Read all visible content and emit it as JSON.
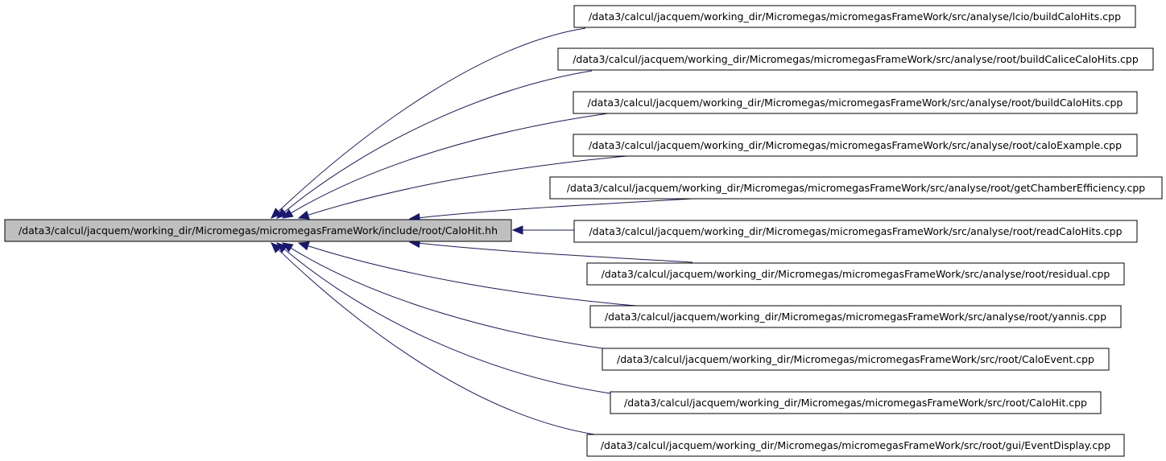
{
  "graph": {
    "type": "include-dependency-graph",
    "colors": {
      "edge": "#191970",
      "root_fill": "#bfbfbf",
      "node_fill": "#ffffff",
      "border": "#000000"
    },
    "root": {
      "id": "root",
      "label": "/data3/calcul/jacquem/working_dir/Micromegas/micromegasFrameWork/include/root/CaloHit.hh"
    },
    "nodes": [
      {
        "id": "n0",
        "label": "/data3/calcul/jacquem/working_dir/Micromegas/micromegasFrameWork/src/analyse/lcio/buildCaloHits.cpp"
      },
      {
        "id": "n1",
        "label": "/data3/calcul/jacquem/working_dir/Micromegas/micromegasFrameWork/src/analyse/root/buildCaliceCaloHits.cpp"
      },
      {
        "id": "n2",
        "label": "/data3/calcul/jacquem/working_dir/Micromegas/micromegasFrameWork/src/analyse/root/buildCaloHits.cpp"
      },
      {
        "id": "n3",
        "label": "/data3/calcul/jacquem/working_dir/Micromegas/micromegasFrameWork/src/analyse/root/caloExample.cpp"
      },
      {
        "id": "n4",
        "label": "/data3/calcul/jacquem/working_dir/Micromegas/micromegasFrameWork/src/analyse/root/getChamberEfficiency.cpp"
      },
      {
        "id": "n5",
        "label": "/data3/calcul/jacquem/working_dir/Micromegas/micromegasFrameWork/src/analyse/root/readCaloHits.cpp"
      },
      {
        "id": "n6",
        "label": "/data3/calcul/jacquem/working_dir/Micromegas/micromegasFrameWork/src/analyse/root/residual.cpp"
      },
      {
        "id": "n7",
        "label": "/data3/calcul/jacquem/working_dir/Micromegas/micromegasFrameWork/src/analyse/root/yannis.cpp"
      },
      {
        "id": "n8",
        "label": "/data3/calcul/jacquem/working_dir/Micromegas/micromegasFrameWork/src/root/CaloEvent.cpp"
      },
      {
        "id": "n9",
        "label": "/data3/calcul/jacquem/working_dir/Micromegas/micromegasFrameWork/src/root/CaloHit.cpp"
      },
      {
        "id": "n10",
        "label": "/data3/calcul/jacquem/working_dir/Micromegas/micromegasFrameWork/src/root/gui/EventDisplay.cpp"
      }
    ],
    "edges": [
      {
        "from": "n0",
        "to": "root"
      },
      {
        "from": "n1",
        "to": "root"
      },
      {
        "from": "n2",
        "to": "root"
      },
      {
        "from": "n3",
        "to": "root"
      },
      {
        "from": "n4",
        "to": "root"
      },
      {
        "from": "n5",
        "to": "root"
      },
      {
        "from": "n6",
        "to": "root"
      },
      {
        "from": "n7",
        "to": "root"
      },
      {
        "from": "n8",
        "to": "root"
      },
      {
        "from": "n9",
        "to": "root"
      },
      {
        "from": "n10",
        "to": "root"
      }
    ]
  }
}
